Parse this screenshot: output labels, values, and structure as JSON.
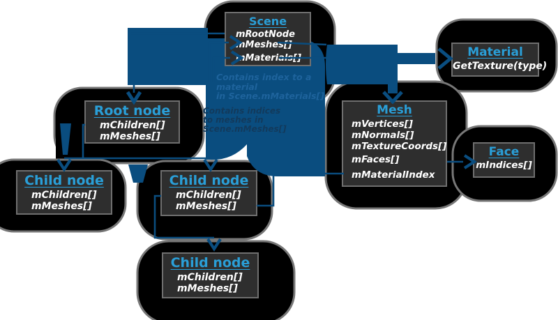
{
  "boxes": {
    "scene": {
      "title": "Scene",
      "fields": [
        "mRootNode",
        "mMeshes[]",
        "mMaterials[]"
      ]
    },
    "material": {
      "title": "Material",
      "fields": [
        "GetTexture(type)"
      ]
    },
    "mesh": {
      "title": "Mesh",
      "fields": [
        "mVertices[]",
        "mNormals[]",
        "mTextureCoords[]",
        "mFaces[]",
        "mMaterialIndex"
      ]
    },
    "face": {
      "title": "Face",
      "fields": [
        "mIndices[]"
      ]
    },
    "root": {
      "title": "Root node",
      "fields": [
        "mChildren[]",
        "mMeshes[]"
      ]
    },
    "child1": {
      "title": "Child node",
      "fields": [
        "mChildren[]",
        "mMeshes[]"
      ]
    },
    "child2": {
      "title": "Child node",
      "fields": [
        "mChildren[]",
        "mMeshes[]"
      ]
    },
    "child3": {
      "title": "Child node",
      "fields": [
        "mChildren[]",
        "mMeshes[]"
      ]
    }
  },
  "annotations": {
    "material_note": {
      "line1": "Contains index to a material",
      "line2": "in Scene.mMaterials[]"
    },
    "meshes_note": {
      "line1": "Contains indices",
      "line2": "to meshes in",
      "line3": "Scene.mMeshes[]"
    }
  },
  "colors": {
    "arrow-blue": "#0a4d7f",
    "title-blue": "#2a9fd8",
    "box-bg": "#2e2e2e",
    "box-border": "#6f6f6f",
    "blob-black": "#000000",
    "blob-rim": "#777777",
    "note-blue": "#1e639c",
    "ghost-blue": "#123a5c"
  }
}
